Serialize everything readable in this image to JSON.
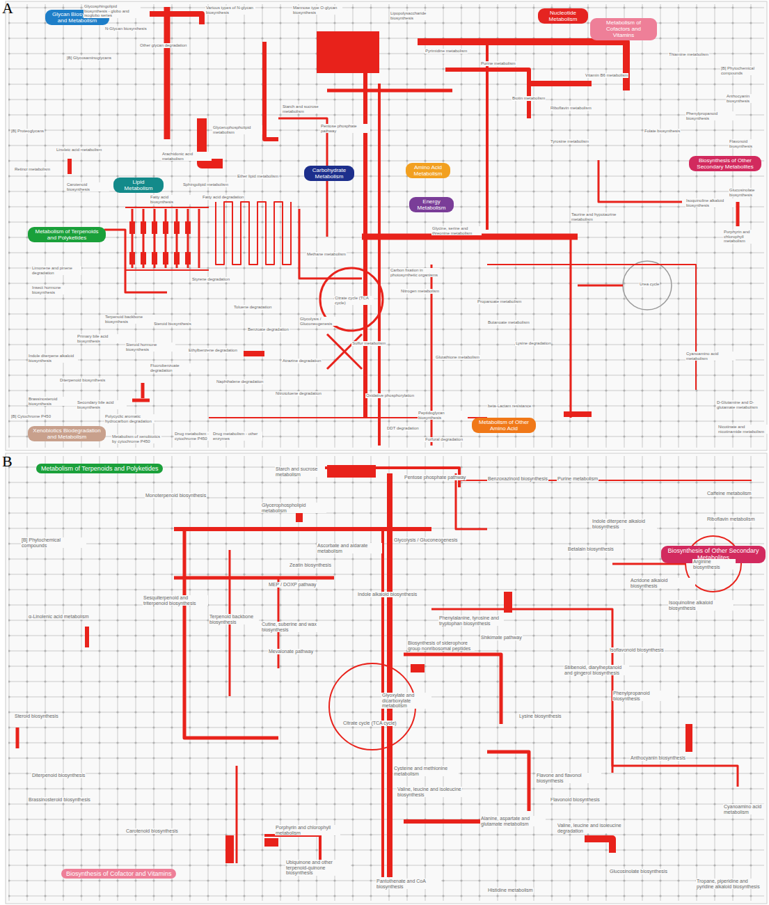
{
  "diagram": {
    "nodes": [
      {
        "text": [
          "Glycan Biosynthesis and Metabolism"
        ]
      },
      {
        "text": [
          "Nucleotide Metabolism"
        ]
      },
      {
        "text": [
          "Metabolism of Cofactors and Vitamins"
        ]
      },
      {
        "text": [
          "Lipid Metabolism"
        ]
      },
      {
        "text": [
          "Carbohydrate Metabolism"
        ]
      },
      {
        "text": [
          "Amino Acid Metabolism"
        ]
      },
      {
        "text": [
          "Energy Metabolism"
        ]
      },
      {
        "text": [
          "Biosynthesis of Other Secondary Metabolites"
        ]
      },
      {
        "text": [
          "Metabolism of Terpenoids and Polyketides"
        ]
      },
      {
        "text": [
          "Xenobiotics Biodegradation and Metabolism"
        ]
      },
      {
        "text": [
          "Metabolism of Other Amino Acid"
        ]
      },
      {
        "text": [
          "Metabolism of Terpenoids and Polyketides"
        ]
      },
      {
        "text": [
          "Biosynthesis of Other Secondary Metabolites"
        ]
      },
      {
        "text": [
          "Biosynthesis of Cofactor and Vitamins"
        ]
      }
    ],
    "labels": [
      "A",
      "Glycosphingolipid biosynthesis - globo and isoglobo series",
      "N-Glycan biosynthesis",
      "Other glycan degradation",
      "[B] Glycosaminoglycans",
      "[B] Proteoglycans",
      "Various types of N-glycan biosynthesis",
      "Mannose type O-glycan biosynthesis",
      "Lipopolysaccharide biosynthesis",
      "Pyrimidine metabolism",
      "Purine metabolism",
      "Starch and sucrose metabolism",
      "Pentose phosphate pathway",
      "Glycerophospholipid metabolism",
      "Arachidonic acid metabolism",
      "Sphingolipid metabolism",
      "Ether lipid metabolism",
      "Fatty acid biosynthesis",
      "Fatty acid degradation",
      "Linoleic acid metabolism",
      "Retinol metabolism",
      "Carotenoid biosynthesis",
      "Limonene and pinene degradation",
      "Insect hormone biosynthesis",
      "Terpenoid backbone biosynthesis",
      "Primary bile acid biosynthesis",
      "Steroid biosynthesis",
      "Steroid hormone biosynthesis",
      "Indole diterpene alkaloid biosynthesis",
      "Diterpenoid biosynthesis",
      "Brassinosteroid biosynthesis",
      "Secondary bile acid biosynthesis",
      "[B] Cytochrome P450",
      "Polycyclic aromatic hydrocarbon degradation",
      "Metabolism of xenobiotics by cytochrome P450",
      "Drug metabolism - cytochrome P450",
      "Drug metabolism - other enzymes",
      "Fluorobenzoate degradation",
      "Ethylbenzene degradation",
      "Naphthalene degradation",
      "Toluene degradation",
      "Benzoate degradation",
      "Styrene degradation",
      "Nitrotoluene degradation",
      "Atrazine degradation",
      "Glycolysis / Gluconeogenesis",
      "Citrate cycle (TCA cycle)",
      "Methane metabolism",
      "Carbon fixation in photosynthetic organisms",
      "Nitrogen metabolism",
      "Sulfur metabolism",
      "Oxidative phosphorylation",
      "Glycine, serine and threonine metabolism",
      "Propanoate metabolism",
      "Butanoate metabolism",
      "Lysine degradation",
      "Glutathione metabolism",
      "Taurine and hypotaurine metabolism",
      "Urea cycle",
      "Cyanoamino acid metabolism",
      "D-Glutamine and D-glutamate metabolism",
      "Nicotinate and nicotinamide metabolism",
      "Peptidoglycan biosynthesis",
      "beta-Lactam resistance",
      "DDT degradation",
      "Furfural degradation",
      "Biotin metabolism",
      "Riboflavin metabolism",
      "Vitamin B6 metabolism",
      "Tyrosine metabolism",
      "Folate biosynthesis",
      "Thiamine metabolism",
      "[B] Phytochemical compounds",
      "Phenylpropanoid biosynthesis",
      "Anthocyanin biosynthesis",
      "Flavonoid biosynthesis",
      "Glucosinolate biosynthesis",
      "Isoquinoline alkaloid biosynthesis",
      "Porphyrin and chlorophyll metabolism",
      "B",
      "Starch and sucrose metabolism",
      "Pentose phosphate pathway",
      "Benzoxazinoid biosynthesis",
      "Purine metabolism",
      "Caffeine metabolism",
      "Riboflavin metabolism",
      "Indole diterpene alkaloid biosynthesis",
      "Betalain biosynthesis",
      "Acridone alkaloid biosynthesis",
      "Isoquinoline alkaloid biosynthesis",
      "Monoterpenoid biosynthesis",
      "Glycerophospholipid metabolism",
      "Ascorbate and aldarate metabolism",
      "Glycolysis / Gluconeogenesis",
      "Zeatin biosynthesis",
      "MEP / DOXP pathway",
      "Indole alkaloid biosynthesis",
      "[B] Phytochemical compounds",
      "Sesquiterpenoid and triterpenoid biosynthesis",
      "α-Linolenic acid metabolism",
      "Terpenoid backbone biosynthesis",
      "Cutine, suberine and wax biosynthesis",
      "Phenylalanine, tyrosine and tryptophan biosynthesis",
      "Shikimate pathway",
      "Mevalonate pathway",
      "Biosynthesis of siderophore group nonribosomal peptides",
      "Isoflavonoid biosynthesis",
      "Stilbenoid, diarylheptanoid and gingerol biosynthesis",
      "Arginine biosynthesis",
      "Phenylpropanoid biosynthesis",
      "Steroid biosynthesis",
      "Glyoxylate and dicarboxylate metabolism",
      "Citrate cycle (TCA cycle)",
      "Lysine biosynthesis",
      "Diterpenoid biosynthesis",
      "Brassinosteroid biosynthesis",
      "Carotenoid biosynthesis",
      "Porphyrin and chlorophyll metabolism",
      "Cysteine and methionine metabolism",
      "Valine, leucine and isoleucine biosynthesis",
      "Alanine, aspartate and glutamate metabolism",
      "Flavone and flavonol biosynthesis",
      "Flavonoid biosynthesis",
      "Anthocyanin biosynthesis",
      "Valine, leucine and isoleucine degradation",
      "Ubiquinone and other terpenoid-quinone biosynthesis",
      "Pantothenate and CoA biosynthesis",
      "Glucosinolate biosynthesis",
      "Tropane, piperidine and pyridine alkaloid biosynthesis",
      "Cyanoamino acid metabolism",
      "Histidine metabolism"
    ]
  }
}
